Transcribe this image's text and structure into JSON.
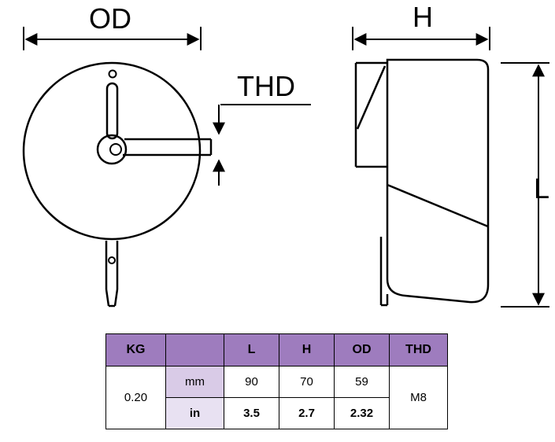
{
  "drawing": {
    "od_label": "OD",
    "thd_label": "THD",
    "h_label": "H",
    "l_label": "L"
  },
  "table": {
    "headers": {
      "kg": "KG",
      "unit": "",
      "l": "L",
      "h": "H",
      "od": "OD",
      "thd": "THD"
    },
    "kg_value": "0.20",
    "thd_value": "M8",
    "rows": [
      {
        "unit": "mm",
        "l": "90",
        "h": "70",
        "od": "59"
      },
      {
        "unit": "in",
        "l": "3.5",
        "h": "2.7",
        "od": "2.32"
      }
    ]
  },
  "colors": {
    "header_bg": "#9e7cbe",
    "unit_mm_bg": "#d9cbe7",
    "unit_in_bg": "#e8e1f2",
    "line": "#000000"
  }
}
